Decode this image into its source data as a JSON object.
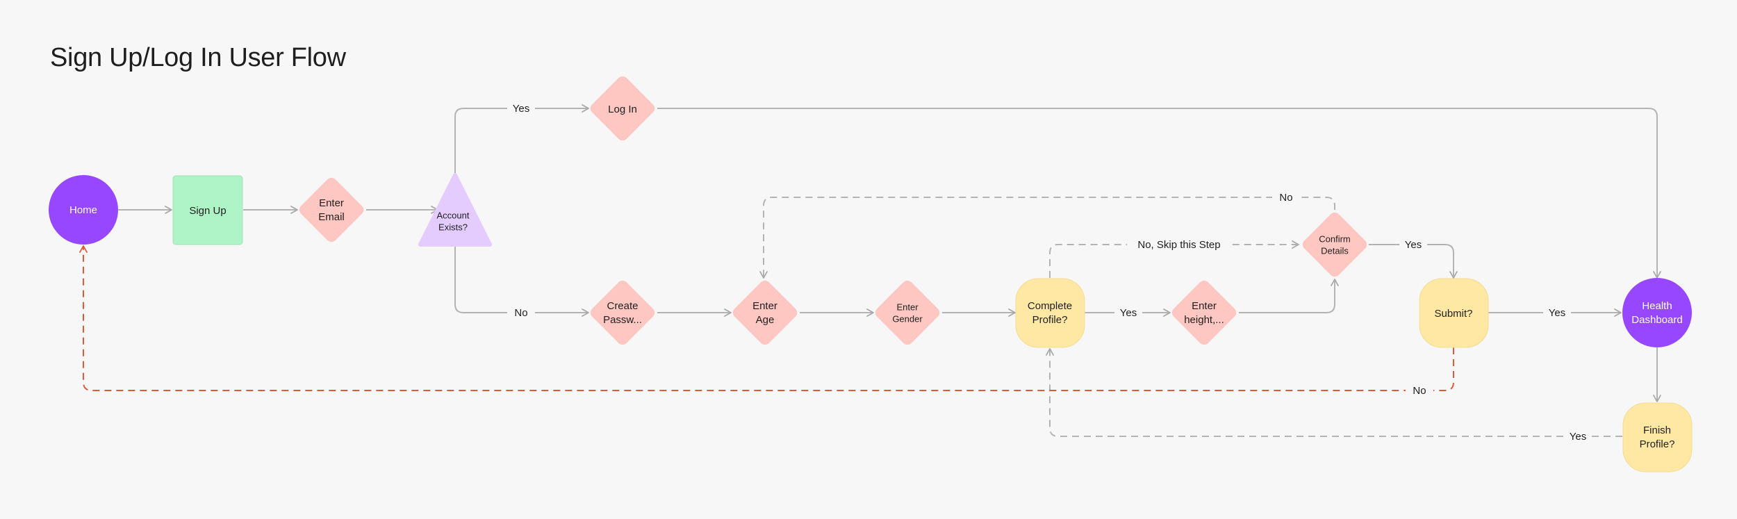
{
  "title": "Sign Up/Log In User Flow",
  "colors": {
    "purple": "#9747ff",
    "green": "#aff4c6",
    "pink": "#ffc7c2",
    "lavender": "#e4ccff",
    "yellow": "#ffe8a3",
    "line": "#b3b3b3",
    "dashed_red": "#e0583a"
  },
  "nodes": {
    "home": {
      "label": [
        "Home"
      ]
    },
    "sign_up": {
      "label": [
        "Sign Up"
      ]
    },
    "enter_email": {
      "label": [
        "Enter",
        "Email"
      ]
    },
    "account_exists": {
      "label": [
        "Account",
        "Exists?"
      ]
    },
    "log_in": {
      "label": [
        "Log In"
      ]
    },
    "create_password": {
      "label": [
        "Create",
        "Passw..."
      ]
    },
    "enter_age": {
      "label": [
        "Enter",
        "Age"
      ]
    },
    "enter_gender": {
      "label": [
        "Enter",
        "Gender"
      ]
    },
    "complete_profile": {
      "label": [
        "Complete",
        "Profile?"
      ]
    },
    "enter_height": {
      "label": [
        "Enter",
        "height,..."
      ]
    },
    "confirm_details": {
      "label": [
        "Confirm",
        "Details"
      ]
    },
    "submit": {
      "label": [
        "Submit?"
      ]
    },
    "health_dashboard": {
      "label": [
        "Health",
        "Dashboard"
      ]
    },
    "finish_profile": {
      "label": [
        "Finish",
        "Profile?"
      ]
    }
  },
  "edges": {
    "account_yes": "Yes",
    "account_no": "No",
    "confirm_no": "No",
    "complete_no_skip": "No, Skip this Step",
    "confirm_yes": "Yes",
    "complete_yes": "Yes",
    "submit_yes": "Yes",
    "submit_no": "No",
    "finish_yes": "Yes"
  }
}
